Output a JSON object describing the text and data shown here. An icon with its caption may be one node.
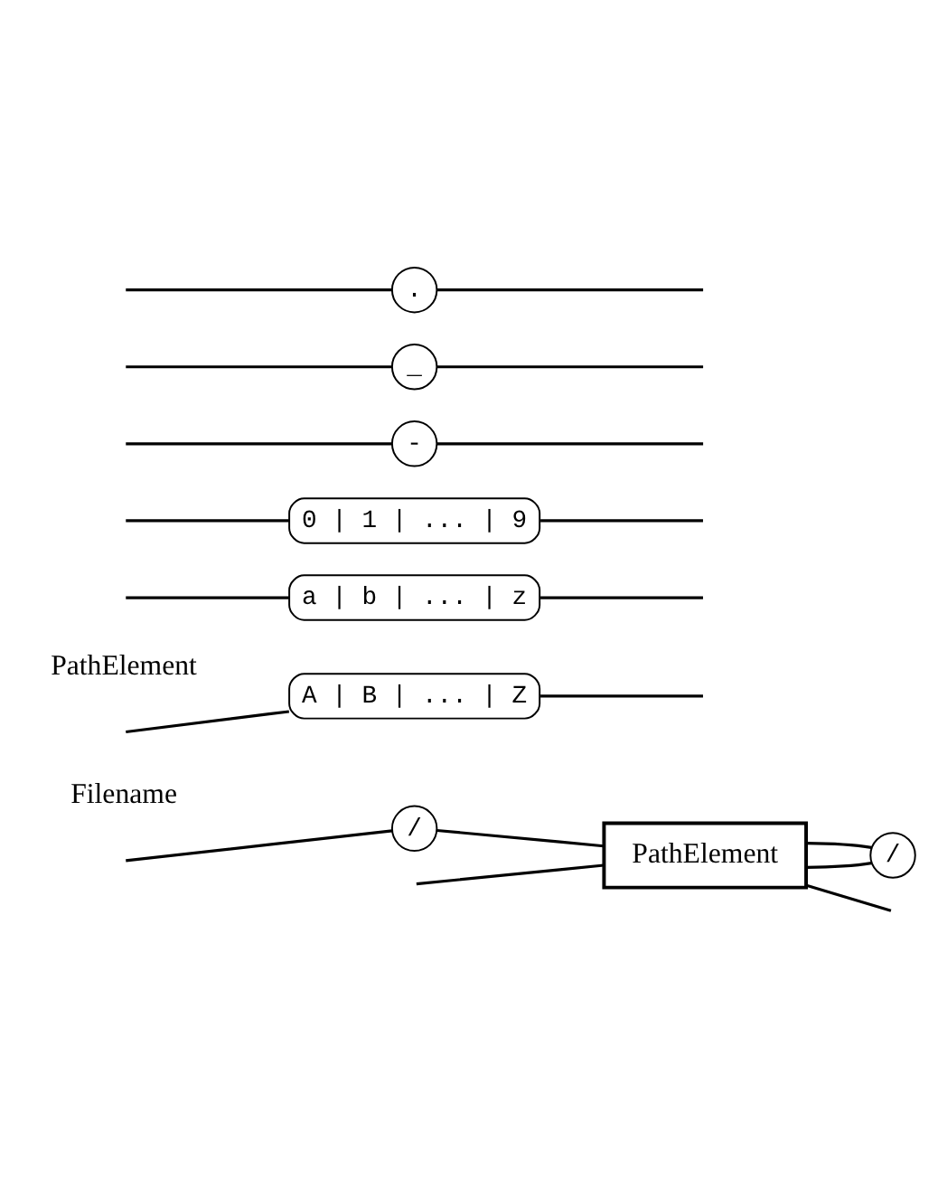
{
  "diagram": {
    "nodes": [
      {
        "text": [
          "/"
        ]
      },
      {
        "text": [
          "PathElement"
        ]
      },
      {
        "text": [
          "/"
        ]
      },
      {
        "text": [
          "A | B | ... | Z"
        ]
      },
      {
        "text": [
          "a | b | ... | z"
        ]
      },
      {
        "text": [
          "0 | 1 | ... | 9"
        ]
      },
      {
        "text": [
          "-"
        ]
      },
      {
        "text": [
          "_"
        ]
      },
      {
        "text": [
          "."
        ]
      }
    ],
    "edges": [
      {
        "from": null,
        "to": 0,
        "arrow": "none"
      },
      {
        "from": null,
        "to": 1,
        "arrow": "none"
      },
      {
        "from": 0,
        "to": 1,
        "arrow": "none"
      },
      {
        "from": 1,
        "to": 2,
        "arrow": "none"
      },
      {
        "from": 2,
        "to": 1,
        "arrow": "none"
      },
      {
        "from": 1,
        "to": null,
        "arrow": "none"
      },
      {
        "from": null,
        "to": 3,
        "arrow": "none"
      },
      {
        "from": null,
        "to": 4,
        "arrow": "none"
      },
      {
        "from": null,
        "to": 5,
        "arrow": "none"
      },
      {
        "from": null,
        "to": 6,
        "arrow": "none"
      },
      {
        "from": null,
        "to": 7,
        "arrow": "none"
      },
      {
        "from": null,
        "to": 8,
        "arrow": "none"
      },
      {
        "from": 3,
        "to": null,
        "arrow": "none"
      },
      {
        "from": 4,
        "to": null,
        "arrow": "none"
      },
      {
        "from": 5,
        "to": null,
        "arrow": "none"
      },
      {
        "from": 6,
        "to": null,
        "arrow": "none"
      },
      {
        "from": 7,
        "to": null,
        "arrow": "none"
      },
      {
        "from": 8,
        "to": null,
        "arrow": "none"
      }
    ],
    "labels": [
      "Filename",
      "PathElement"
    ]
  }
}
